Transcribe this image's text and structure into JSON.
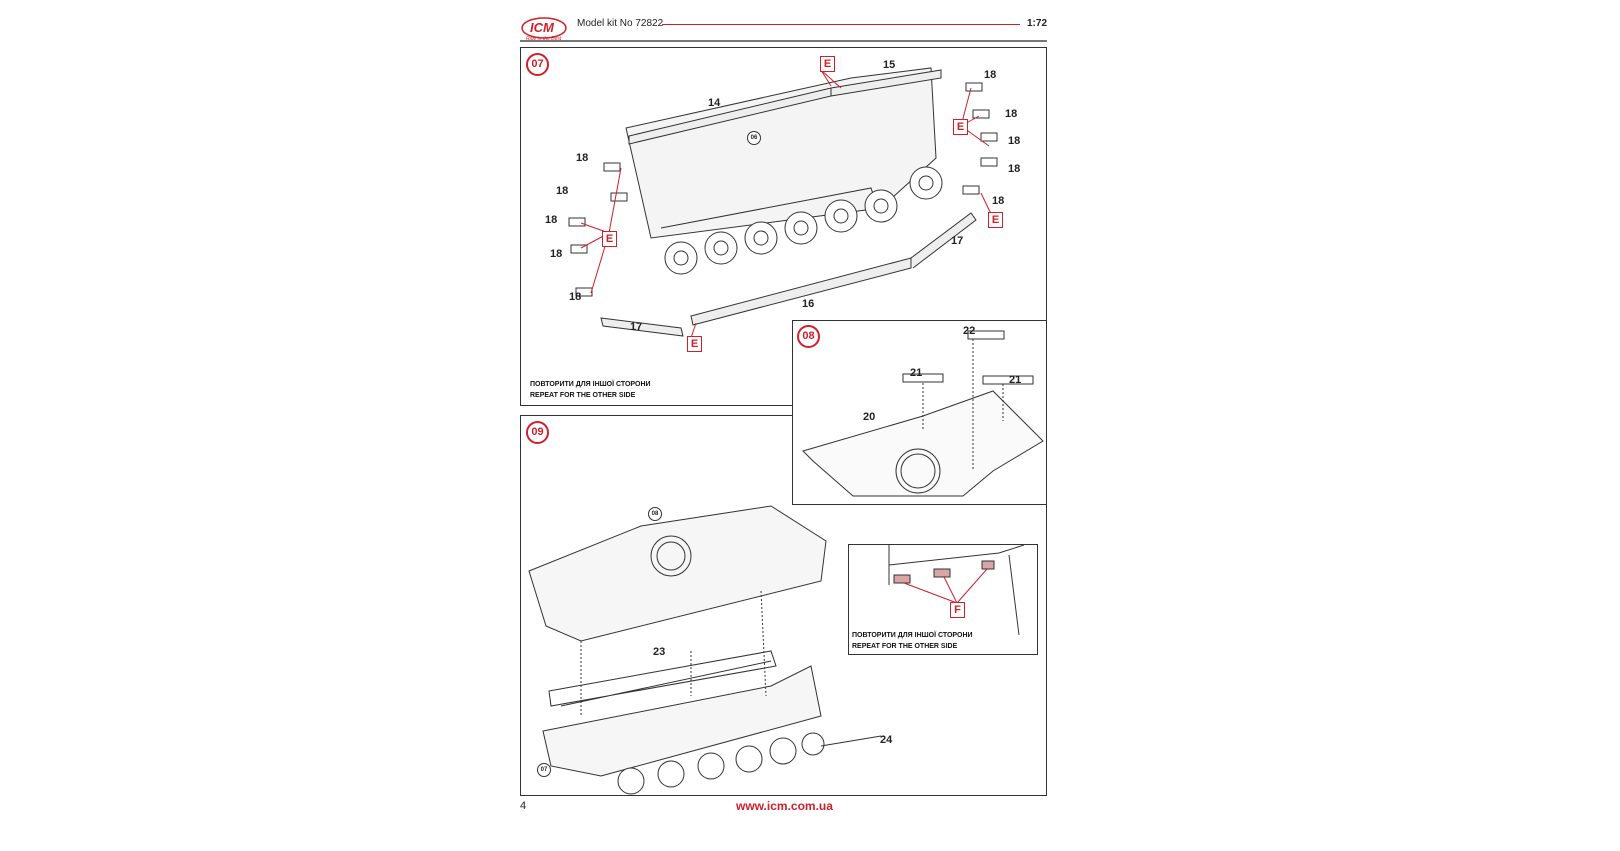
{
  "header": {
    "brand": "ICM",
    "brand_tagline": "Ride in the Best",
    "kit": "Model kit No 72822",
    "scale": "1:72"
  },
  "footer": {
    "page": "4",
    "url": "www.icm.com.ua"
  },
  "colors": {
    "accent": "#d0202a"
  },
  "step07": {
    "badge": "07",
    "ref": "06",
    "parts": [
      "14",
      "15",
      "16",
      "17",
      "17",
      "18",
      "18",
      "18",
      "18",
      "18",
      "18",
      "18",
      "18",
      "18",
      "18"
    ],
    "glue": "E",
    "note_ua": "ПОВТОРИТИ ДЛЯ ІНШОЇ СТОРОНИ",
    "note_en": "REPEAT FOR THE OTHER SIDE"
  },
  "step08": {
    "badge": "08",
    "parts": [
      "20",
      "21",
      "21",
      "22"
    ]
  },
  "step09": {
    "badge": "09",
    "refs": [
      "08",
      "07"
    ],
    "parts": [
      "23",
      "24"
    ],
    "glue": "F",
    "note_ua": "ПОВТОРИТИ ДЛЯ ІНШОЇ СТОРОНИ",
    "note_en": "REPEAT FOR THE OTHER SIDE"
  }
}
